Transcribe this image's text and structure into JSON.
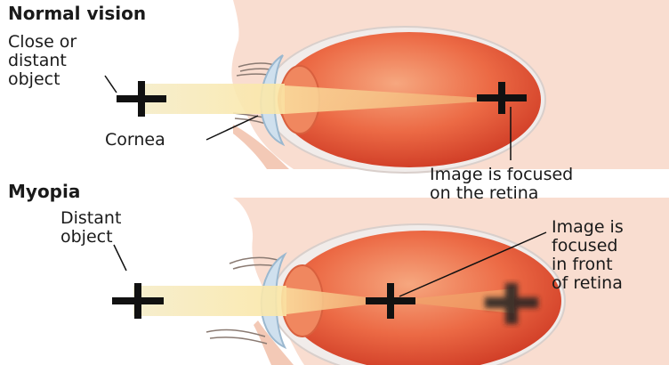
{
  "colors": {
    "background": "#ffffff",
    "skin": "#f9ddd0",
    "eye_white": "#f1ecea",
    "eyeball_red": "#e9553a",
    "light_beam": "#f8e3a0",
    "focus_line": "#f4b878",
    "cornea_blue": "#cfe0ee",
    "cross": "#111111"
  },
  "panels": [
    {
      "heading": "Normal vision",
      "object_label": "Close or\ndistant\nobject",
      "cornea_label": "Cornea",
      "image_label": "Image is focused\non the retina"
    },
    {
      "heading": "Myopia",
      "object_label": "Distant\nobject",
      "image_label": "Image is\nfocused\nin front\nof retina"
    }
  ]
}
